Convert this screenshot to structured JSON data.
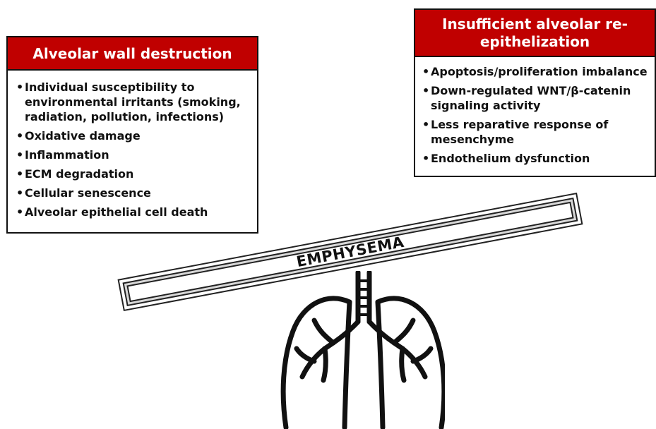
{
  "left_box": {
    "title": "Alveolar wall destruction",
    "items": [
      "Individual susceptibility to environmental irritants (smoking, radiation, pollution, infections)",
      "Oxidative damage",
      "Inflammation",
      "ECM degradation",
      "Cellular senescence",
      "Alveolar epithelial cell death"
    ]
  },
  "right_box": {
    "title": "Insufficient alveolar re-epithelization",
    "items": [
      "Apoptosis/proliferation imbalance",
      "Down-regulated WNT/β-catenin signaling activity",
      "Less reparative response of mesenchyme",
      "Endothelium dysfunction"
    ]
  },
  "seesaw": {
    "label": "EMPHYSEMA"
  },
  "icons": {
    "fulcrum": "lungs-icon"
  },
  "colors": {
    "header_background": "#c00000",
    "header_text": "#ffffff",
    "border": "#111111"
  }
}
